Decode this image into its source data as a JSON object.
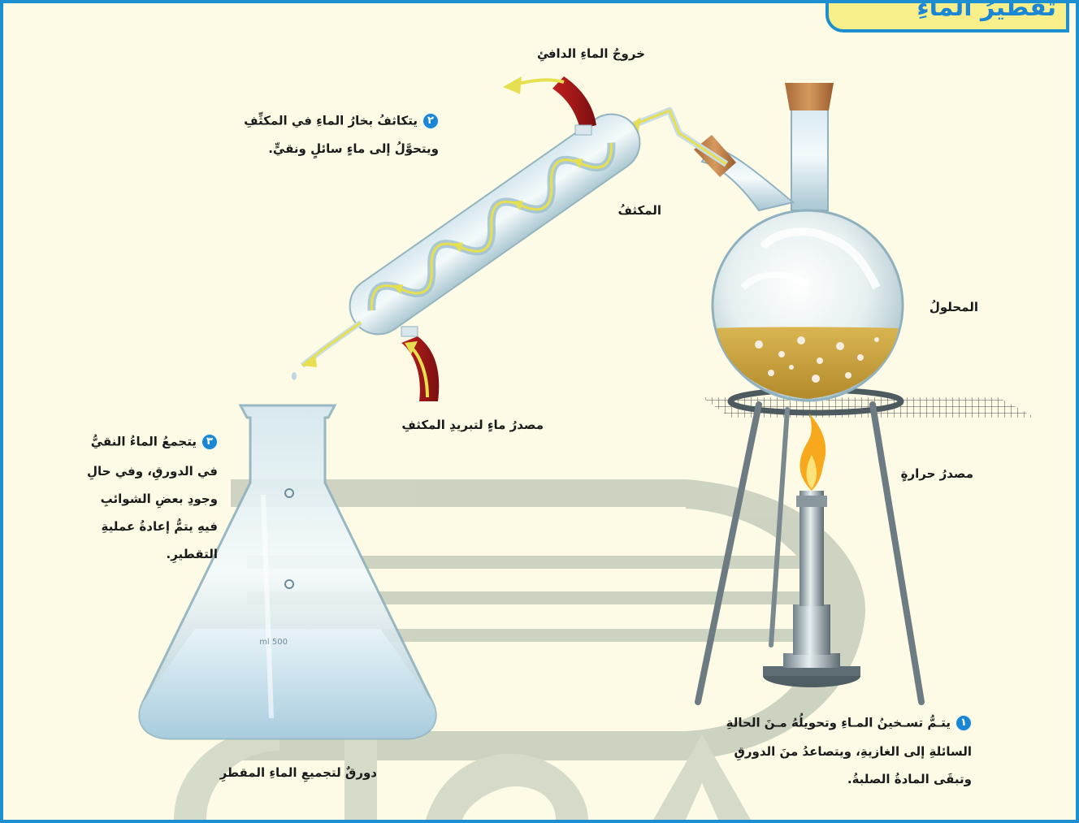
{
  "title": "تقطيرُ الماءِ",
  "colors": {
    "frame": "#1d8fd0",
    "background": "#fdfbe6",
    "title_tab": "#f8ef8a",
    "step_badge": "#1a86d4",
    "solution": "#c9a23c",
    "flow_arrows": "#e6e050"
  },
  "labels": {
    "warm_water_out": "خروجُ الماءِ الدافئِ",
    "condenser": "المكثفُ",
    "solution": "المحلولُ",
    "heat_source": "مصدرُ حرارةٍ",
    "cooling_water_source": "مصدرُ ماءٍ لتبريدِ المكثفِ",
    "collection_flask": "دورقٌ لتجميعِ الماءِ المقطرِ",
    "flask_scale": "500 ml"
  },
  "steps": [
    {
      "number": "١",
      "lines": [
        "يتـمُّ تسـخينُ المـاءِ وتحويلُهُ مـنَ الحالةِ",
        "السائلةِ إلى الغازيةِ، ويتصاعدُ منَ الدورقِ",
        "وتبقَى المادةُ الصلبةُ."
      ]
    },
    {
      "number": "٢",
      "lines": [
        "يتكاثفُ بخارُ الماءِ في المكثِّفِ",
        "ويتحوَّلُ إلى ماءٍ سائلٍ ونقيٍّ."
      ]
    },
    {
      "number": "٣",
      "lines": [
        "يتجمعُ الماءُ النقيُّ",
        "في الدورقِ، وفي حالِ",
        "وجودِ بعضِ الشوائبِ",
        "فيهِ يتمُّ إعادةُ عمليةِ",
        "التقطيرِ."
      ]
    }
  ]
}
